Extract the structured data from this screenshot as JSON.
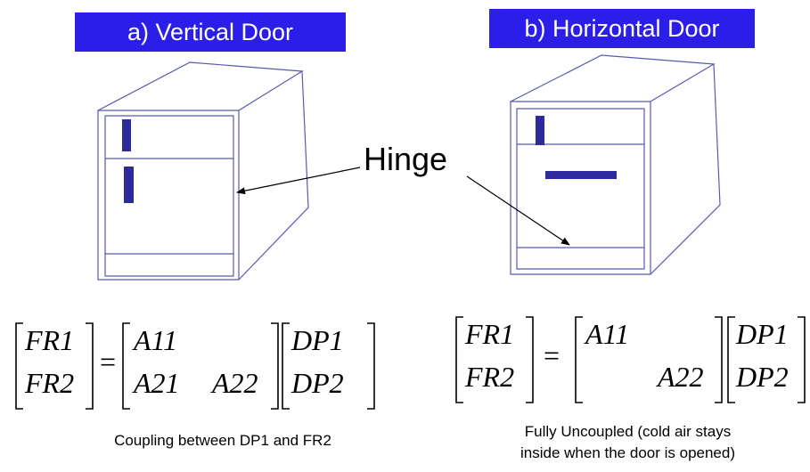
{
  "panel_a": {
    "title": "a) Vertical Door",
    "caption": "Coupling between DP1 and FR2",
    "equation": {
      "lhs": [
        "FR1",
        "FR2"
      ],
      "matrix": [
        [
          "A11",
          ""
        ],
        [
          "A21",
          "A22"
        ]
      ],
      "rhs": [
        "DP1",
        "DP2"
      ],
      "equals": "="
    }
  },
  "panel_b": {
    "title": "b) Horizontal Door",
    "caption_lines": [
      "Fully Uncoupled (cold air stays",
      "inside when the door is opened)"
    ],
    "equation": {
      "lhs": [
        "FR1",
        "FR2"
      ],
      "matrix": [
        [
          "A11",
          ""
        ],
        [
          "",
          "A22"
        ]
      ],
      "rhs": [
        "DP1",
        "DP2"
      ],
      "equals": "="
    }
  },
  "hinge_label": "Hinge",
  "colors": {
    "title_bg": "#2a1ee8",
    "outline": "#5a58b0",
    "handle": "#2e2a9e"
  }
}
